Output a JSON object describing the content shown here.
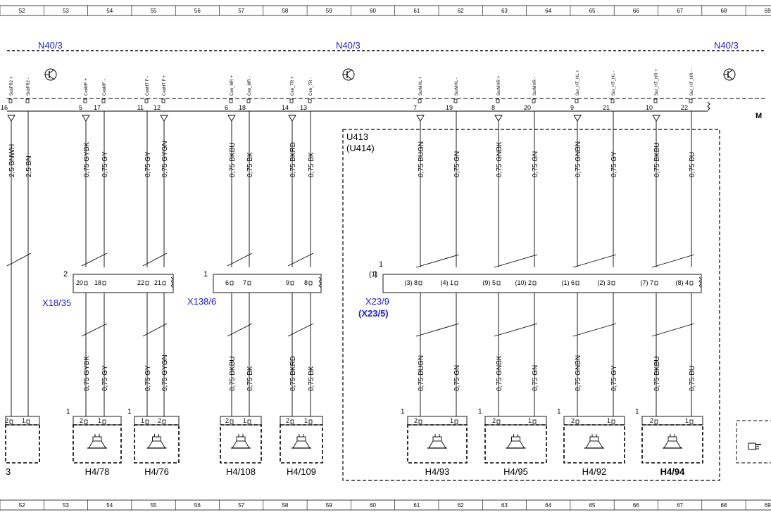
{
  "grid_numbers": [
    "52",
    "53",
    "54",
    "55",
    "56",
    "57",
    "58",
    "59",
    "60",
    "61",
    "62",
    "63",
    "64",
    "65",
    "66",
    "67",
    "68",
    "69"
  ],
  "ecu_label": "N40/3",
  "right_edge_text": "M",
  "module_box": {
    "line1": "U413",
    "line2": "(U414)"
  },
  "top_signals": [
    {
      "label": "SubFR2 +",
      "pin": "16"
    },
    {
      "label": "SubFR2 -",
      "pin": ""
    },
    {
      "label": "CenMF +",
      "pin": "5"
    },
    {
      "label": "CenMF -",
      "pin": "17"
    },
    {
      "label": "CenHT F -",
      "pin": "11"
    },
    {
      "label": "CenHT F +",
      "pin": "12"
    },
    {
      "label": "Cen_MR +",
      "pin": "6"
    },
    {
      "label": "Cen_MR -",
      "pin": "18"
    },
    {
      "label": "Cen_TR +",
      "pin": "14"
    },
    {
      "label": "Cen_TR -",
      "pin": "13"
    },
    {
      "label": "SurMHL +",
      "pin": "7"
    },
    {
      "label": "SurMHL -",
      "pin": "19"
    },
    {
      "label": "SurMHR +",
      "pin": "8"
    },
    {
      "label": "SurMHR -",
      "pin": "20"
    },
    {
      "label": "Sur_HT_HL +",
      "pin": "9"
    },
    {
      "label": "Sur_HT_HL -",
      "pin": "21"
    },
    {
      "label": "Sur_HT_HR +",
      "pin": "10"
    },
    {
      "label": "Sur_HT_HR -",
      "pin": "22"
    }
  ],
  "upper_wires": [
    "2,5 BNWH",
    "2,5 BN",
    "0,75 GYBK",
    "0,75 GY",
    "0,75 GY",
    "0,75 GYGN",
    "0,75 BKBU",
    "0,75 BK",
    "0,75 BKRD",
    "0,75 BK",
    "0,75 BUGN",
    "0,75 GN",
    "0,75 GNBK",
    "0,75 GN",
    "0,75 GNBN",
    "0,75 GY",
    "0,75 BKBU",
    "0,75 BU"
  ],
  "lower_wires": [
    "0,75 GYBK",
    "0,75 GY",
    "0,75 GY",
    "0,75 GYGN",
    "0,75 BKBU",
    "0,75 BK",
    "0,75 BKRD",
    "0,75 BK",
    "0,75 BUGN",
    "0,75 GN",
    "0,75 GNBK",
    "0,75 GN",
    "0,75 GNBN",
    "0,75 GY",
    "0,75 BKBU",
    "0,75 BU"
  ],
  "connectors": [
    {
      "id": "X18/35",
      "num": "2",
      "pins": [
        "20",
        "18",
        "22",
        "21"
      ]
    },
    {
      "id": "X138/6",
      "num": "1",
      "pins": [
        "6",
        "7",
        "9",
        "8"
      ]
    },
    {
      "id": "X23/9",
      "alt": "(X23/5)",
      "num": "1",
      "alt_num": "(1)",
      "pins": [
        "(3) 8",
        "(4) 1",
        "(9) 5",
        "(10) 2",
        "(1) 6",
        "(2) 3",
        "(7) 7",
        "(8) 4"
      ]
    }
  ],
  "speakers": [
    {
      "id": "3",
      "num": "",
      "pins": [
        "2",
        "1"
      ]
    },
    {
      "id": "H4/78",
      "num": "1",
      "pins": [
        "2",
        "1"
      ]
    },
    {
      "id": "H4/76",
      "num": "1",
      "pins": [
        "1",
        "2"
      ]
    },
    {
      "id": "H4/108",
      "num": "",
      "pins": [
        "2",
        "1"
      ]
    },
    {
      "id": "H4/109",
      "num": "",
      "pins": [
        "2",
        "1"
      ]
    },
    {
      "id": "H4/93",
      "num": "1",
      "pins": [
        "2",
        "1"
      ]
    },
    {
      "id": "H4/95",
      "num": "1",
      "pins": [
        "2",
        "1"
      ]
    },
    {
      "id": "H4/92",
      "num": "1",
      "pins": [
        "2",
        "1"
      ]
    },
    {
      "id": "H4/94",
      "num": "1",
      "pins": [
        "2",
        "1"
      ]
    }
  ],
  "icons": [
    "transistor-icon",
    "speaker-icon",
    "pointing-hand-icon"
  ],
  "colors": {
    "blue_label": "#1a1adb",
    "line": "#000000"
  }
}
